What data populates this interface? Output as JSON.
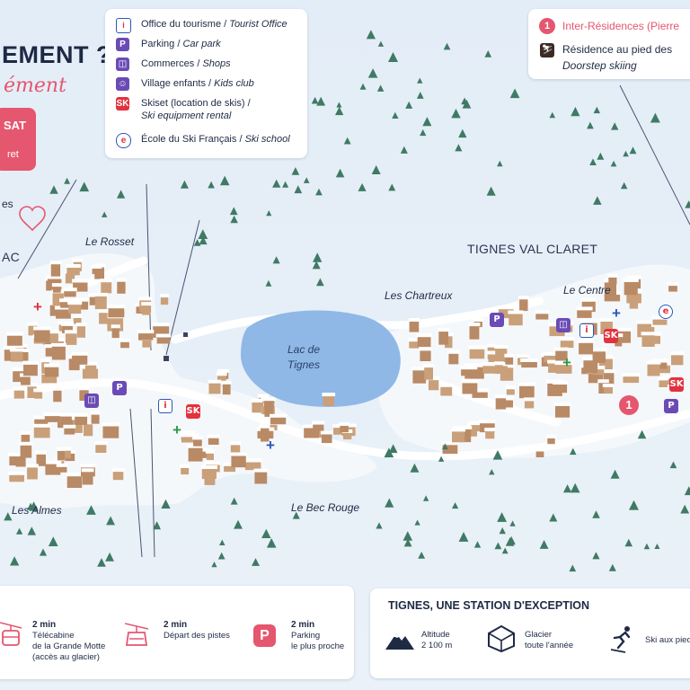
{
  "headline": {
    "title_partial": "EMENT ?",
    "subtitle_partial": "ément",
    "badge_line1": "SAT",
    "badge_line2": "ret",
    "side_text": "es",
    "lac_partial": "AC"
  },
  "legend": {
    "items": [
      {
        "icon": "tourist-office-icon",
        "fr": "Office du tourisme",
        "en": "Tourist Office"
      },
      {
        "icon": "parking-icon",
        "fr": "Parking",
        "en": "Car park"
      },
      {
        "icon": "shopping-cart-icon",
        "fr": "Commerces",
        "en": "Shops"
      },
      {
        "icon": "kids-club-icon",
        "fr": "Village enfants",
        "en": "Kids club"
      },
      {
        "icon": "skiset-icon",
        "fr": "Skiset (location de skis) /",
        "en": "Ski equipment rental"
      },
      {
        "icon": "ski-school-icon",
        "fr": "École du Ski Français",
        "en": "Ski school"
      }
    ]
  },
  "residence_legend": {
    "number": "1",
    "name": "Inter-Résidences (Pierre",
    "doorstep_fr": "Résidence au pied des",
    "doorstep_en": "Doorstep skiing"
  },
  "map": {
    "areas": [
      "Le Rosset",
      "Les Chartreux",
      "Le Centre",
      "Les Almes",
      "Le Bec Rouge"
    ],
    "station": "TIGNES VAL CLARET",
    "lake": [
      "Lac de",
      "Tignes"
    ],
    "marker_number": "1"
  },
  "bottom_left": [
    {
      "icon": "gondola-icon",
      "dist": "2 min",
      "lines": [
        "Télécabine",
        "de la Grande Motte",
        "(accès au glacier)"
      ]
    },
    {
      "icon": "chairlift-icon",
      "dist": "2 min",
      "lines": [
        "Départ des pistes"
      ]
    },
    {
      "icon": "parking-icon",
      "dist": "2 min",
      "lines": [
        "Parking",
        "le plus proche"
      ]
    }
  ],
  "bottom_right": {
    "title": "TIGNES, UNE STATION D'EXCEPTION",
    "facts": [
      {
        "icon": "mountain-icon",
        "lines": [
          "Altitude",
          "2 100 m"
        ]
      },
      {
        "icon": "glacier-icon",
        "lines": [
          "Glacier",
          "toute l'année"
        ]
      },
      {
        "icon": "skier-icon",
        "lines": [
          "Ski aux pied"
        ]
      }
    ]
  },
  "colors": {
    "accent_pink": "#e5566f",
    "navy": "#1e2a44",
    "parking_purple": "#6a4bb5",
    "skiset_red": "#e2323e",
    "pharmacy_blue": "#2c58b8",
    "medical_green": "#2f9a46",
    "lake_blue": "#8fb8e6"
  }
}
